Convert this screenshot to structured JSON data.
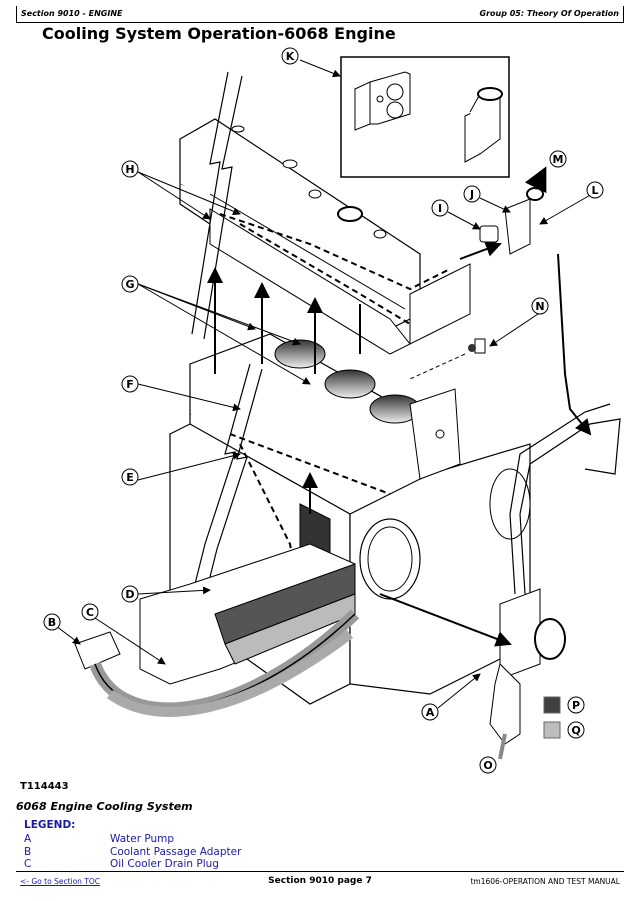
{
  "header": {
    "section": "Section 9010 - ENGINE",
    "group": "Group 05: Theory Of Operation"
  },
  "page_title": "Cooling System Operation-6068 Engine",
  "figure": {
    "id": "T114443",
    "caption": "6068 Engine Cooling System",
    "callouts": [
      "A",
      "B",
      "C",
      "D",
      "E",
      "F",
      "G",
      "H",
      "I",
      "J",
      "K",
      "L",
      "M",
      "N",
      "O",
      "P",
      "Q"
    ],
    "swatches": {
      "P": "#404040",
      "Q": "#bdbdbd"
    }
  },
  "legend": {
    "title": "LEGEND:",
    "items": [
      {
        "key": "A",
        "label": "Water Pump"
      },
      {
        "key": "B",
        "label": "Coolant Passage Adapter"
      },
      {
        "key": "C",
        "label": "Oil Cooler Drain Plug"
      }
    ]
  },
  "footer": {
    "toc_link": "<- Go to Section TOC",
    "page": "Section 9010 page 7",
    "manual": "tm1606-OPERATION AND TEST MANUAL"
  }
}
